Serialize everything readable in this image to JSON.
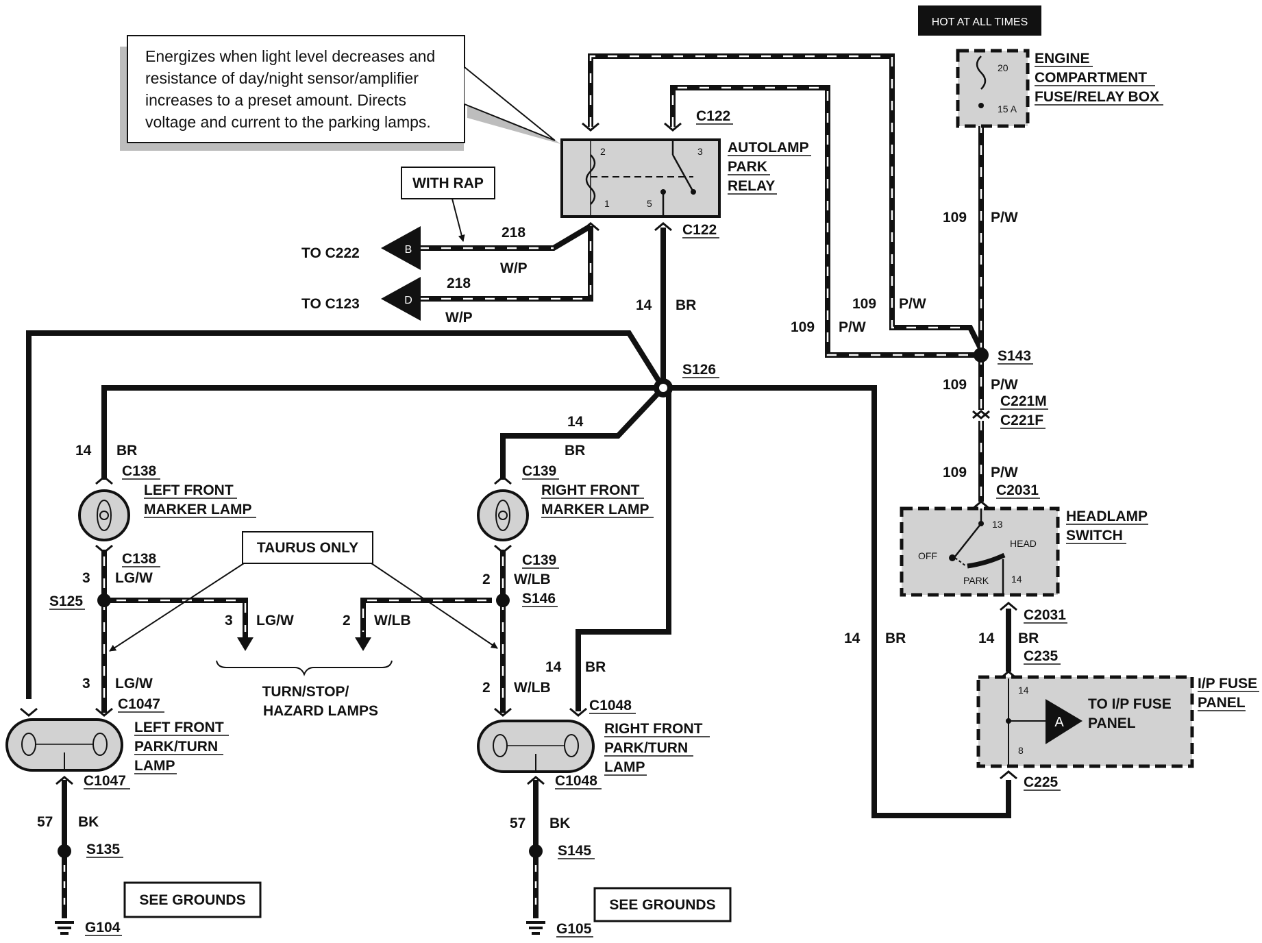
{
  "hot_label": "HOT AT ALL TIMES",
  "callout": {
    "lines": [
      "Energizes when light level decreases and",
      "resistance of day/night sensor/amplifier",
      "increases to a preset amount.  Directs",
      "voltage and current to the parking lamps."
    ]
  },
  "fuse_box": {
    "label": [
      "ENGINE",
      "COMPARTMENT",
      "FUSE/RELAY BOX"
    ],
    "fuse_number": "20",
    "fuse_rating": "15 A"
  },
  "relay": {
    "label": [
      "AUTOLAMP",
      "PARK",
      "RELAY"
    ],
    "pins": [
      "2",
      "3",
      "1",
      "5"
    ],
    "connector_top": "C122",
    "connector_bottom": "C122"
  },
  "with_rap": "WITH RAP",
  "to_c222": {
    "label": "TO C222",
    "letter": "B",
    "circuit": "218",
    "color": "W/P"
  },
  "to_c123": {
    "label": "TO C123",
    "letter": "D",
    "circuit": "218",
    "color": "W/P"
  },
  "wires": {
    "relay_out": {
      "circuit": "14",
      "color": "BR"
    },
    "p109_a": {
      "circuit": "109",
      "color": "P/W"
    },
    "p109_b": {
      "circuit": "109",
      "color": "P/W"
    },
    "p109_c": {
      "circuit": "109",
      "color": "P/W"
    },
    "p109_d": {
      "circuit": "109",
      "color": "P/W"
    },
    "p109_e": {
      "circuit": "109",
      "color": "P/W"
    },
    "lf_marker_feed": {
      "circuit": "14",
      "color": "BR"
    },
    "rf_marker_feed": {
      "circuit": "14",
      "color": "BR"
    },
    "lf_lgw_top": {
      "circuit": "3",
      "color": "LG/W"
    },
    "lf_lgw_turn": {
      "circuit": "3",
      "color": "LG/W"
    },
    "lf_lgw_bot": {
      "circuit": "3",
      "color": "LG/W"
    },
    "rf_wlb_top": {
      "circuit": "2",
      "color": "W/LB"
    },
    "rf_wlb_turn": {
      "circuit": "2",
      "color": "W/LB"
    },
    "rf_wlb_bot": {
      "circuit": "2",
      "color": "W/LB"
    },
    "rf_br_mid": {
      "circuit": "14",
      "color": "BR"
    },
    "br_to_c225": {
      "circuit": "14",
      "color": "BR"
    },
    "br_c2031": {
      "circuit": "14",
      "color": "BR"
    },
    "lf_ground": {
      "circuit": "57",
      "color": "BK"
    },
    "rf_ground": {
      "circuit": "57",
      "color": "BK"
    }
  },
  "splices": {
    "s126": "S126",
    "s143": "S143",
    "s125": "S125",
    "s146": "S146",
    "s135": "S135",
    "s145": "S145"
  },
  "connectors": {
    "c221m": "C221M",
    "c221f": "C221F",
    "c2031_top": "C2031",
    "c2031_bot": "C2031",
    "c235": "C235",
    "c225": "C225",
    "c138_top": "C138",
    "c138_bot": "C138",
    "c139_top": "C139",
    "c139_bot": "C139",
    "c1047_top": "C1047",
    "c1047_bot": "C1047",
    "c1048_top": "C1048",
    "c1048_bot": "C1048"
  },
  "lf_marker": [
    "LEFT FRONT",
    "MARKER LAMP"
  ],
  "rf_marker": [
    "RIGHT FRONT",
    "MARKER LAMP"
  ],
  "lf_park": [
    "LEFT FRONT",
    "PARK/TURN",
    "LAMP"
  ],
  "rf_park": [
    "RIGHT FRONT",
    "PARK/TURN",
    "LAMP"
  ],
  "taurus_only": "TAURUS ONLY",
  "turn_stop": [
    "TURN/STOP/",
    "HAZARD LAMPS"
  ],
  "headlamp_switch": {
    "label": [
      "HEADLAMP",
      "SWITCH"
    ],
    "pin_top": "13",
    "pin_bottom": "14",
    "off": "OFF",
    "head": "HEAD",
    "park": "PARK"
  },
  "ip_fuse": {
    "label": [
      "I/P FUSE",
      "PANEL"
    ],
    "pin_top": "14",
    "pin_bottom": "8",
    "letter": "A",
    "to_text": [
      "TO I/P FUSE",
      "PANEL"
    ]
  },
  "see_grounds_left": "SEE GROUNDS",
  "see_grounds_right": "SEE GROUNDS",
  "grounds": {
    "g104": "G104",
    "g105": "G105"
  }
}
